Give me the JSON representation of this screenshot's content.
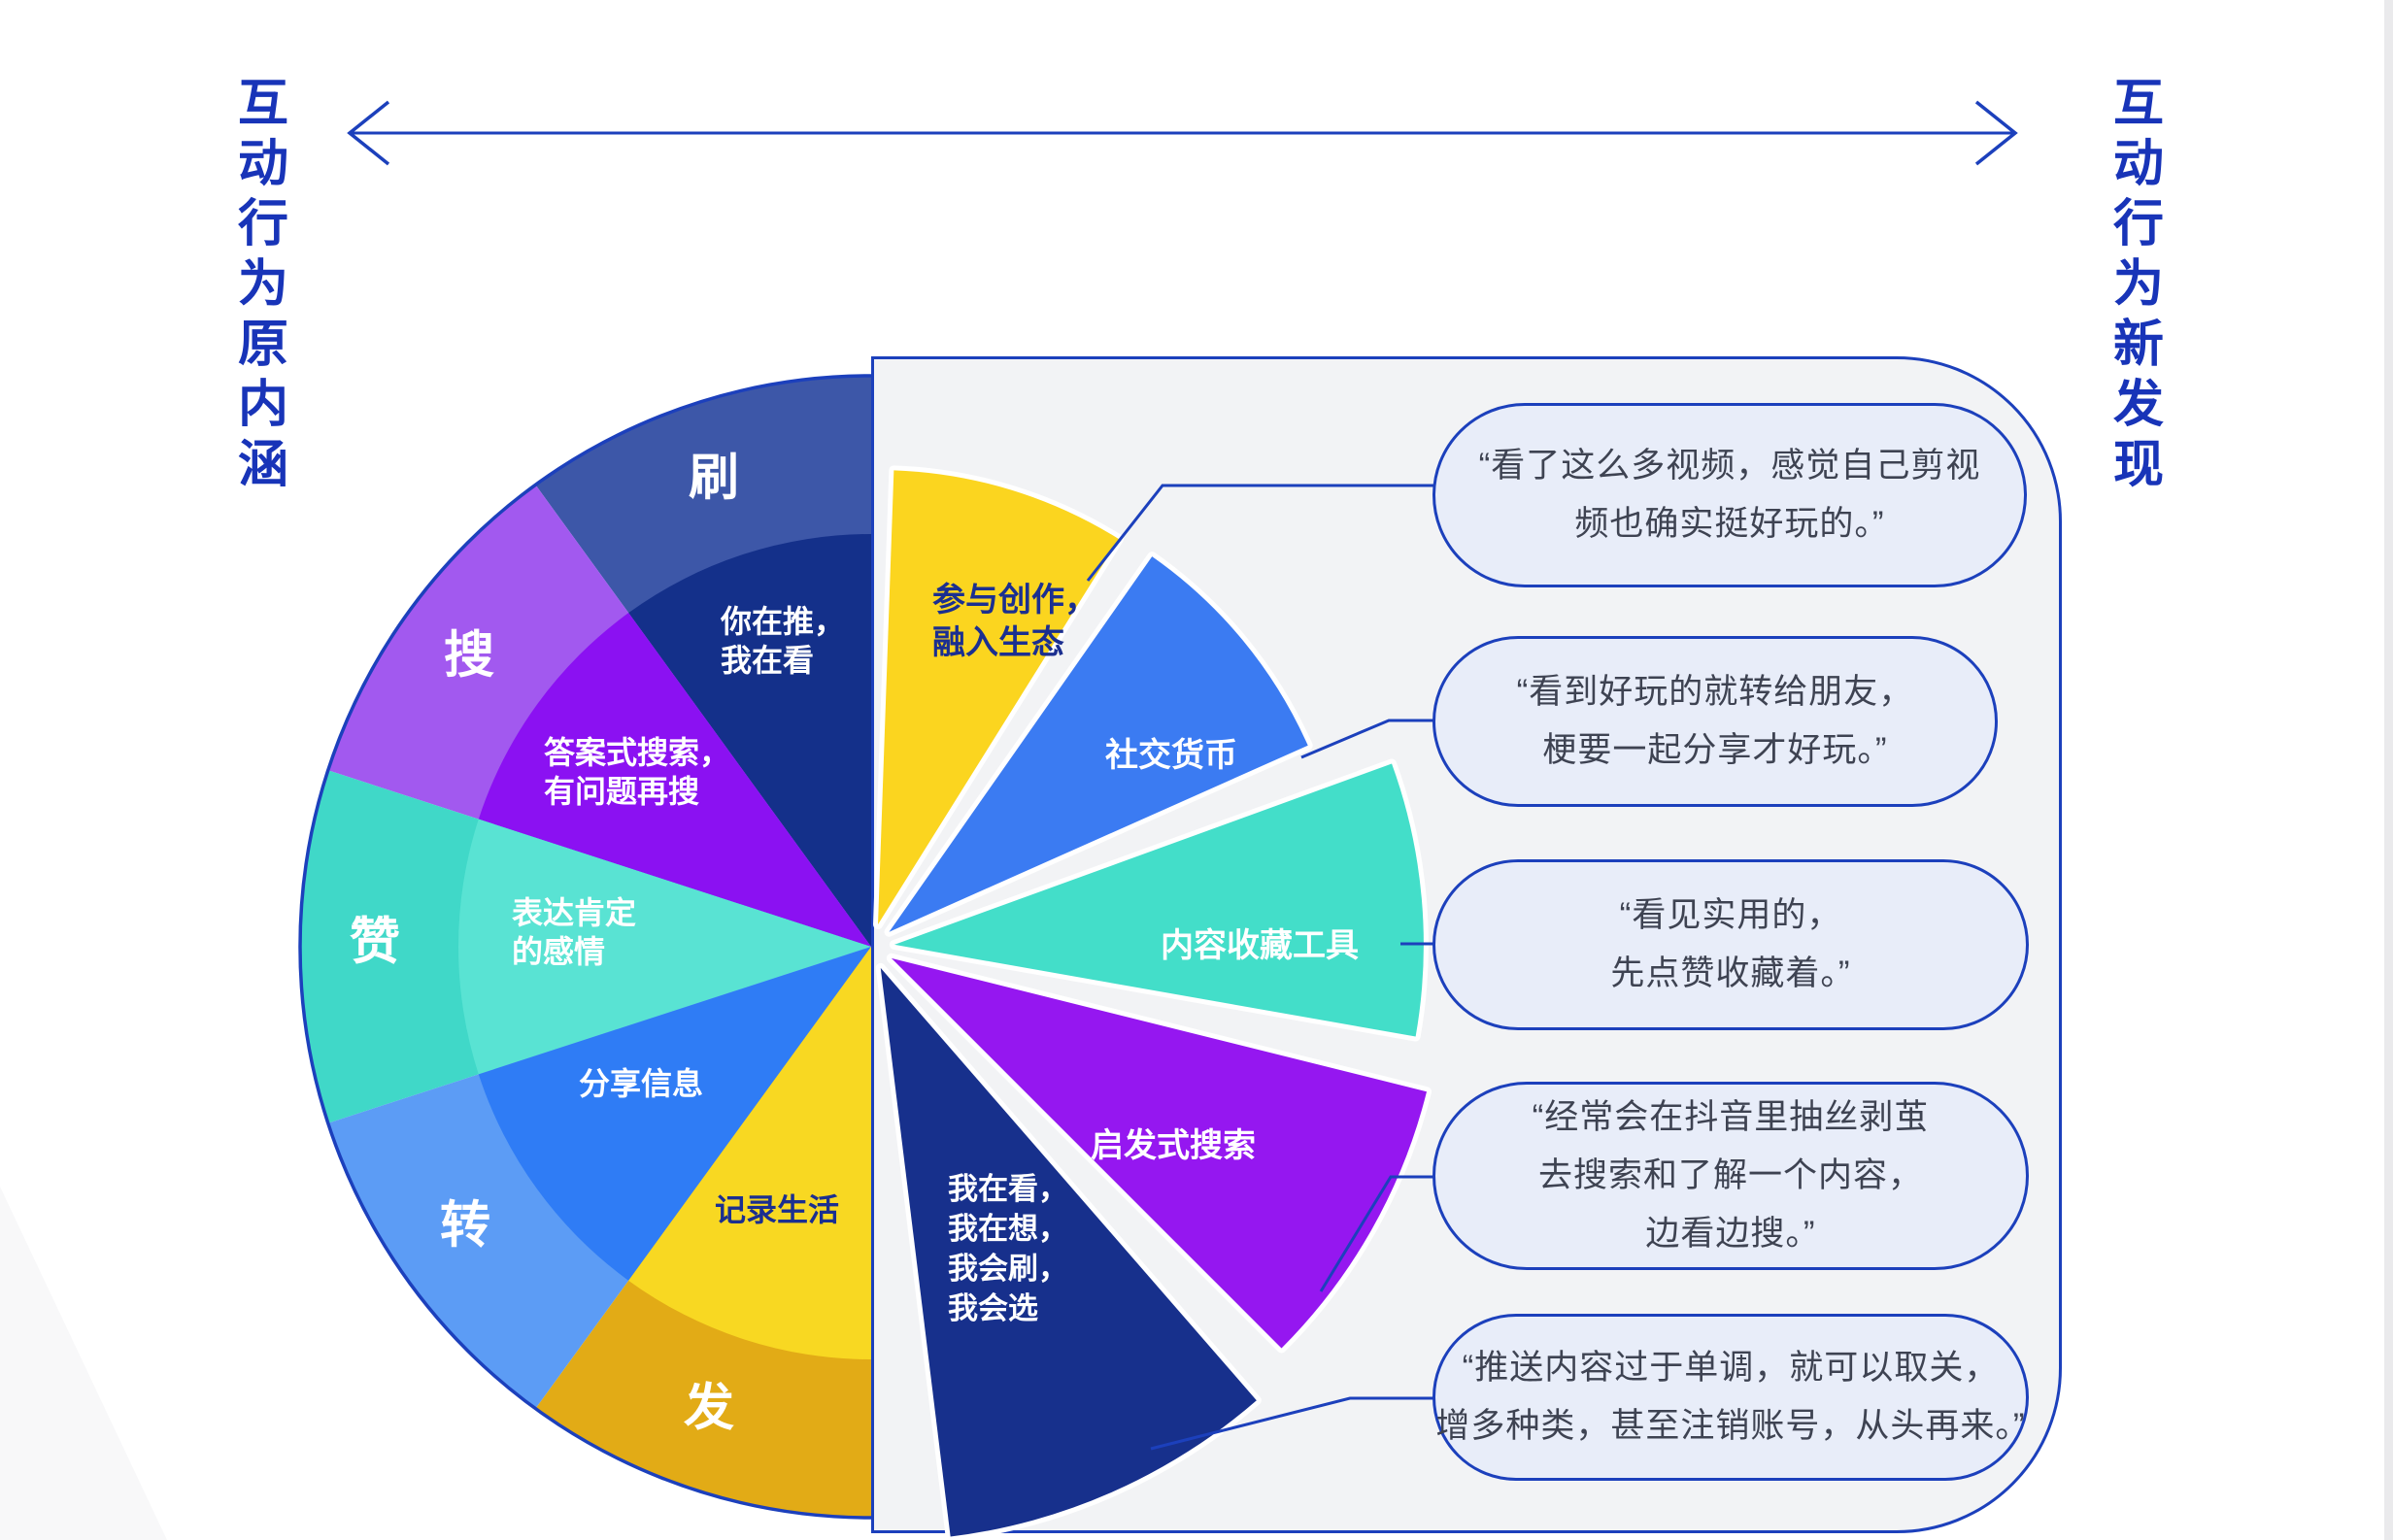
{
  "titles": {
    "left": "互动行为原内涵",
    "right": "互动行为新发现"
  },
  "colors": {
    "title_blue": "#1834B8",
    "line_blue": "#1C40BC",
    "panel_fill": "#F2F3F5",
    "panel_border": "#1C40BC",
    "bubble_fill": "#E8EDF9",
    "bubble_border": "#1C40BC",
    "bubble_text": "#3E4352",
    "corner_gray": "#F8F8F9",
    "edge_strip": "#EAEAEC",
    "wedge_gap_white": "#FFFFFF"
  },
  "pie": {
    "sectors": [
      {
        "label": "刷",
        "desc": "你在推，\n我在看",
        "outer_color": "#3D57A8",
        "inner_color": "#14308A",
        "desc_color": "#FFFFFF"
      },
      {
        "label": "搜",
        "desc": "答案式搜索，\n有问题再搜",
        "outer_color": "#A259EF",
        "inner_color": "#8B11F2",
        "desc_color": "#FFFFFF"
      },
      {
        "label": "赞",
        "desc": "表达肯定\n的感情",
        "outer_color": "#40D8C8",
        "inner_color": "#59E3D3",
        "desc_color": "#FFFFFF"
      },
      {
        "label": "转",
        "desc": "分享信息",
        "outer_color": "#5C9CF5",
        "inner_color": "#2F7CF5",
        "desc_color": "#FFFFFF"
      },
      {
        "label": "发",
        "desc": "记录生活",
        "outer_color": "#E2AB16",
        "inner_color": "#F8D822",
        "desc_color": "#1B2F8F"
      }
    ]
  },
  "fan": {
    "wedges": [
      {
        "label": "参与创作，\n融入生态",
        "color": "#FBD51F",
        "label_color": "#1B2F90"
      },
      {
        "label": "社交货币",
        "color": "#3B7BF2",
        "label_color": "#FFFFFF"
      },
      {
        "label": "内容收藏工具",
        "color": "#43DEC9",
        "label_color": "#FFFFFF"
      },
      {
        "label": "启发式搜索",
        "color": "#9517F0",
        "label_color": "#FFFFFF"
      },
      {
        "label": "我在看，\n我在想，\n我会刷，\n我会选",
        "color": "#17308C",
        "label_color": "#FFFFFF"
      }
    ]
  },
  "bubbles": [
    {
      "text": "“看了这么多视频，感觉自己剪视\n频也确实挺好玩的。”"
    },
    {
      "text": "“看到好玩的就转给朋友，\n梗要一起分享才好玩。”"
    },
    {
      "text": "“看见实用的，\n先点赞收藏着。”"
    },
    {
      "text": "“经常会在抖音里抽丝剥茧\n去搜索和了解一个内容，\n边看边搜。”"
    },
    {
      "text": "“推送内容过于单调，就可以取关，\n增多种类，甚至注销账号，从头再来。”"
    }
  ]
}
